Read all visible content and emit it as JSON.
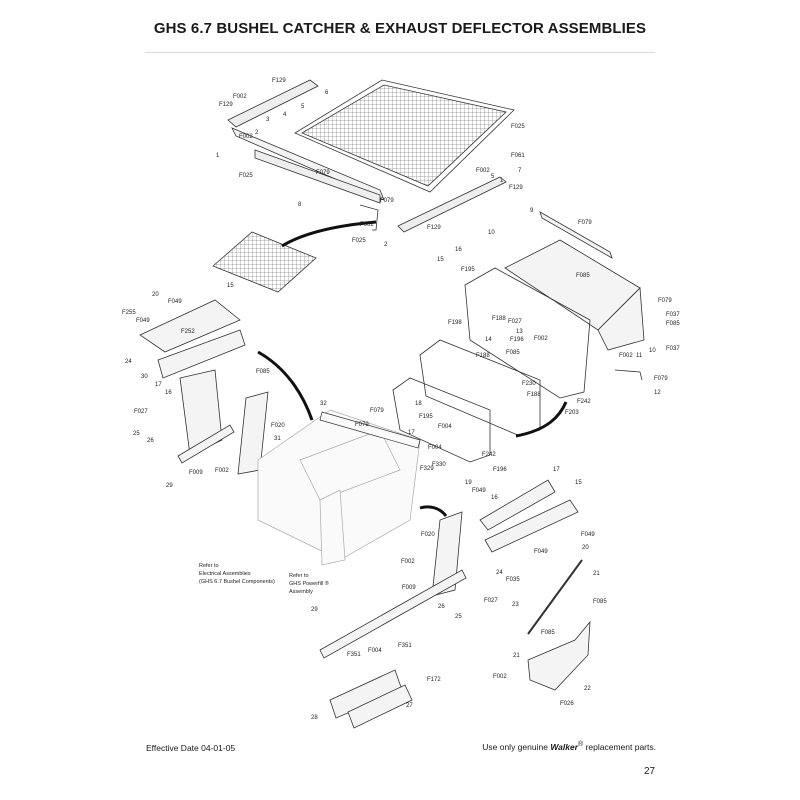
{
  "title": "GHS 6.7 BUSHEL CATCHER & EXHAUST DEFLECTOR ASSEMBLIES",
  "footer": {
    "effective_date": "Effective Date 04-01-05",
    "replacement_prefix": "Use only genuine",
    "brand": "Walker",
    "registered": "®",
    "replacement_suffix": "replacement parts.",
    "page_number": "27"
  },
  "notes": {
    "electrical_line1": "Refer to",
    "electrical_line2": "Electrical Assemblies",
    "electrical_line3": "(GHS 6.7 Bushel Components)",
    "powerfill_line1": "Refer to",
    "powerfill_line2": "GHS Powerfill ®",
    "powerfill_line3": "Assembly"
  },
  "callouts": {
    "c1": "F129",
    "c2": "F002",
    "c3": "F129",
    "c4": "6",
    "c5": "5",
    "c6": "4",
    "c7": "3",
    "c8": "F002",
    "c9": "2",
    "c10": "1",
    "c11": "F025",
    "c12": "F061",
    "c13": "F002",
    "c14": "7",
    "c15": "5",
    "c16": "1",
    "c17": "F129",
    "c18": "F079",
    "c19": "F025",
    "c20": "8",
    "c21": "F079",
    "c22": "F002",
    "c23": "F129",
    "c24": "F025",
    "c25": "2",
    "c26": "9",
    "c27": "F079",
    "c28": "10",
    "c29": "F085",
    "c30": "F079",
    "c31": "F037",
    "c32": "F085",
    "c33": "F037",
    "c34": "11",
    "c35": "F002",
    "c36": "10",
    "c37": "F079",
    "c38": "12",
    "c39": "16",
    "c40": "F195",
    "c41": "15",
    "c42": "F198",
    "c43": "F188",
    "c44": "F027",
    "c45": "13",
    "c46": "F002",
    "c47": "14",
    "c48": "F196",
    "c49": "F188",
    "c50": "F085",
    "c51": "F230",
    "c52": "F188",
    "c53": "F242",
    "c54": "F203",
    "c55": "15",
    "c56": "20",
    "c57": "F049",
    "c58": "F255",
    "c59": "F049",
    "c60": "F252",
    "c61": "24",
    "c62": "30",
    "c63": "F085",
    "c64": "17",
    "c65": "16",
    "c66": "F027",
    "c67": "25",
    "c68": "26",
    "c69": "F020",
    "c70": "31",
    "c71": "F009",
    "c72": "F002",
    "c73": "29",
    "c74": "32",
    "c75": "F079",
    "c76": "F079",
    "c77": "18",
    "c78": "F195",
    "c79": "17",
    "c80": "F004",
    "c81": "F004",
    "c82": "F242",
    "c83": "F330",
    "c84": "F329",
    "c85": "F196",
    "c86": "19",
    "c87": "F049",
    "c88": "16",
    "c89": "17",
    "c90": "15",
    "c91": "F020",
    "c92": "F049",
    "c93": "F049",
    "c94": "20",
    "c95": "F002",
    "c96": "24",
    "c97": "F035",
    "c98": "21",
    "c99": "F009",
    "c100": "26",
    "c101": "F027",
    "c102": "25",
    "c103": "23",
    "c104": "F085",
    "c105": "29",
    "c106": "F085",
    "c107": "21",
    "c108": "F351",
    "c109": "F004",
    "c110": "F351",
    "c111": "F002",
    "c112": "F172",
    "c113": "22",
    "c114": "28",
    "c115": "27",
    "c116": "F026"
  }
}
